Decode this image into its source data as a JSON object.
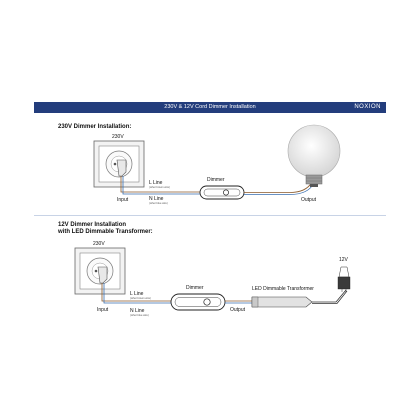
{
  "header": {
    "title": "230V & 12V Cord Dimmer Installation",
    "brand": "NOXION",
    "color": "#233d7c"
  },
  "section1": {
    "title": "230V Dimmer Installation:",
    "socket_voltage": "230V",
    "l_line": "L Line",
    "l_line_note": "(other brown wire)",
    "n_line": "N Line",
    "n_line_note": "(other blue wire)",
    "dimmer": "Dimmer",
    "input": "Input",
    "output": "Output"
  },
  "section2": {
    "title_line1": "12V Dimmer Installation",
    "title_line2": "with LED Dimmable Transformer:",
    "socket_voltage": "230V",
    "l_line": "L Line",
    "l_line_note": "(other brown wire)",
    "n_line": "N Line",
    "n_line_note": "(other blue wire)",
    "dimmer": "Dimmer",
    "transformer": "LED Dimmable Transformer",
    "lamp_voltage": "12V",
    "input": "Input",
    "output": "Output"
  },
  "wire_colors": {
    "live": "#8b5a2b",
    "neutral": "#3a6fb0",
    "cable": "#333333"
  }
}
